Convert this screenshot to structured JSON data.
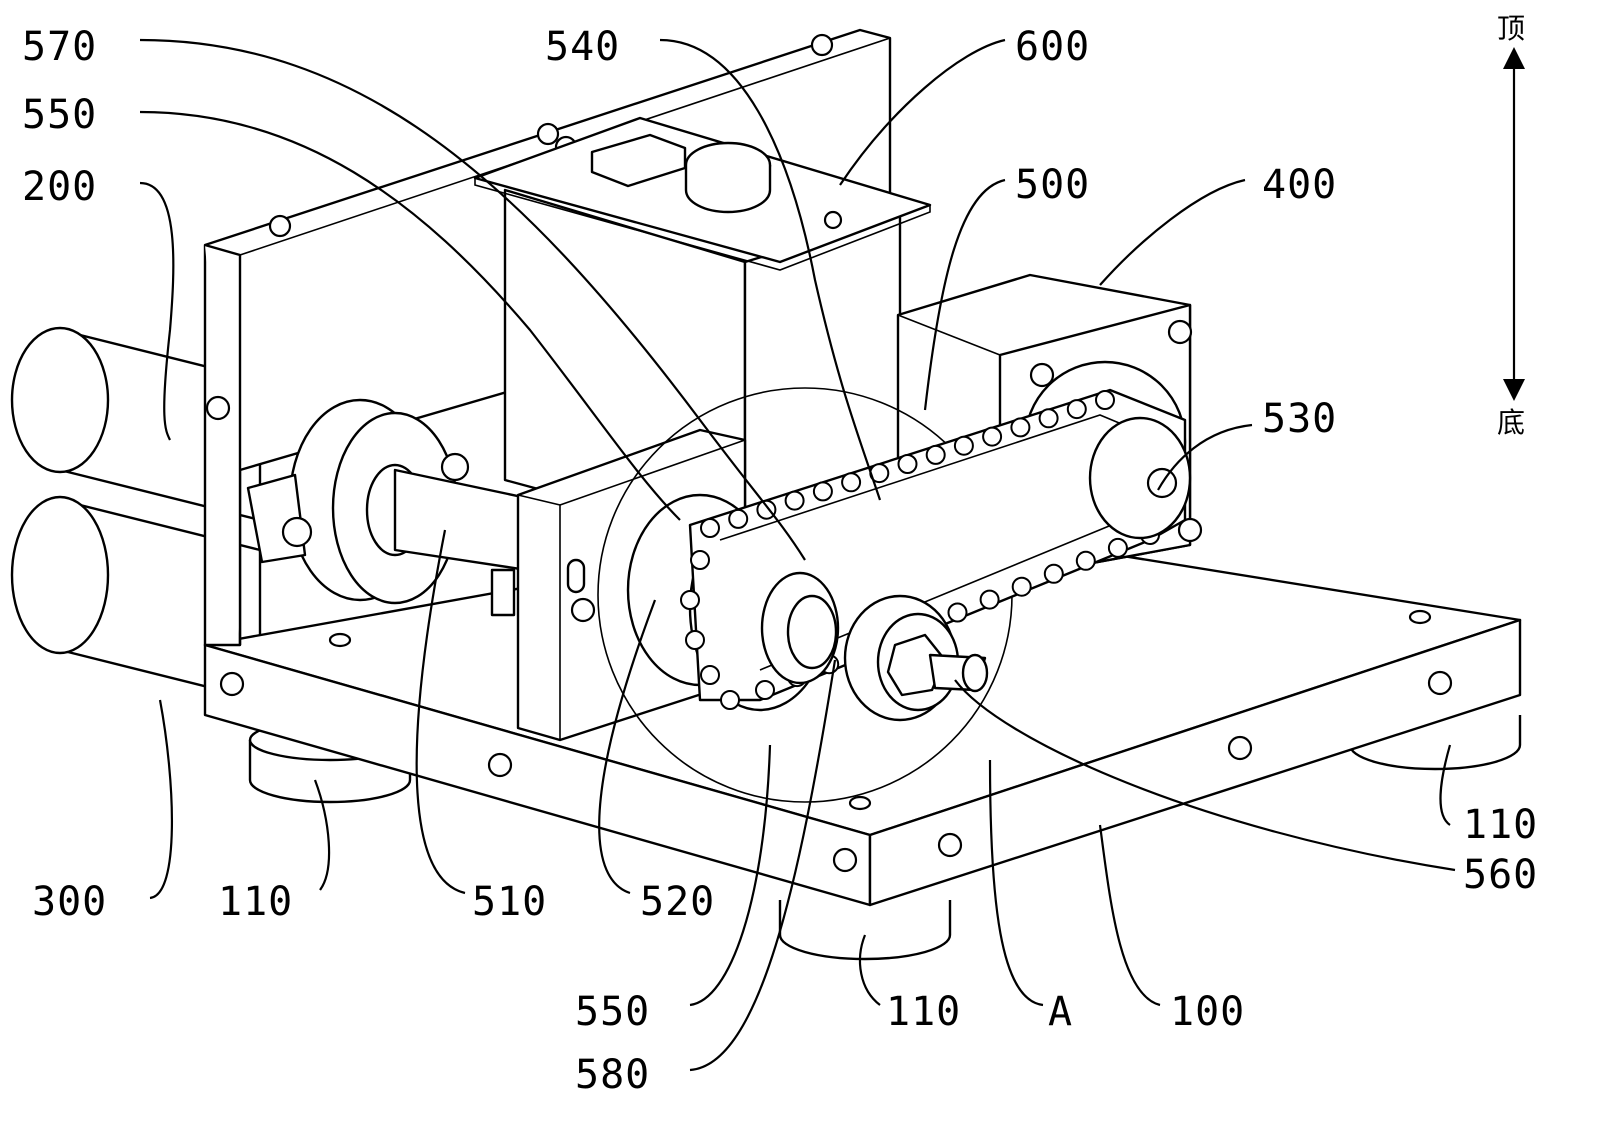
{
  "labels": {
    "l570": "570",
    "l550_top": "550",
    "l200": "200",
    "l540": "540",
    "l600": "600",
    "l500": "500",
    "l400": "400",
    "l530": "530",
    "l110_right": "110",
    "l560": "560",
    "l300": "300",
    "l110_left": "110",
    "l510": "510",
    "l520": "520",
    "l550_bottom": "550",
    "l580": "580",
    "l110_center": "110",
    "lA": "A",
    "l100": "100"
  },
  "direction": {
    "top": "顶",
    "bottom": "底"
  }
}
